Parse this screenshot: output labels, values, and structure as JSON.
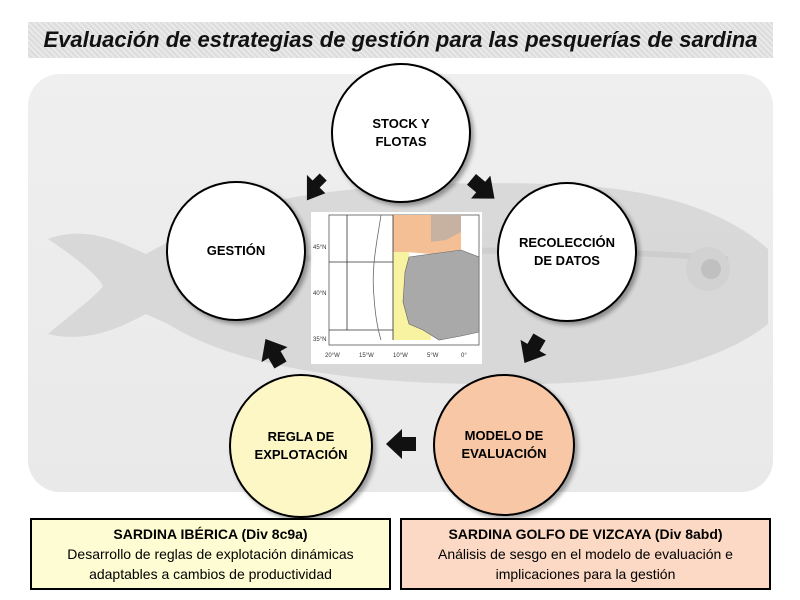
{
  "title": "Evaluación de estrategias de gestión para las pesquerías de sardina",
  "nodes": {
    "stock": [
      "STOCK Y",
      "FLOTAS"
    ],
    "recoleccion": [
      "RECOLECCIÓN",
      "DE DATOS"
    ],
    "modelo": [
      "MODELO DE",
      "EVALUACIÓN"
    ],
    "regla": [
      "REGLA DE",
      "EXPLOTACIÓN"
    ],
    "gestion": [
      "GESTIÓN"
    ]
  },
  "colors": {
    "regla_fill": "#fdf7c6",
    "modelo_fill": "#f7c7a6",
    "iberica_box": "#fdfcd2",
    "vizcaya_box": "#fbd9c4",
    "map_orange": "#f5bf95",
    "map_yellow": "#f7f3a0",
    "land_grey": "#a9a9a9"
  },
  "map": {
    "lat_labels": [
      "45°N",
      "40°N",
      "35°N"
    ],
    "lon_labels": [
      "20°W",
      "15°W",
      "10°W",
      "5°W",
      "0°"
    ]
  },
  "boxes": {
    "iberica": {
      "title": "SARDINA IBÉRICA (Div 8c9a)",
      "line1": "Desarrollo de reglas de explotación dinámicas",
      "line2": "adaptables a cambios de productividad"
    },
    "vizcaya": {
      "title": "SARDINA GOLFO DE VIZCAYA (Div 8abd)",
      "line1": "Análisis de sesgo en el modelo de evaluación e",
      "line2": "implicaciones para la gestión"
    }
  }
}
